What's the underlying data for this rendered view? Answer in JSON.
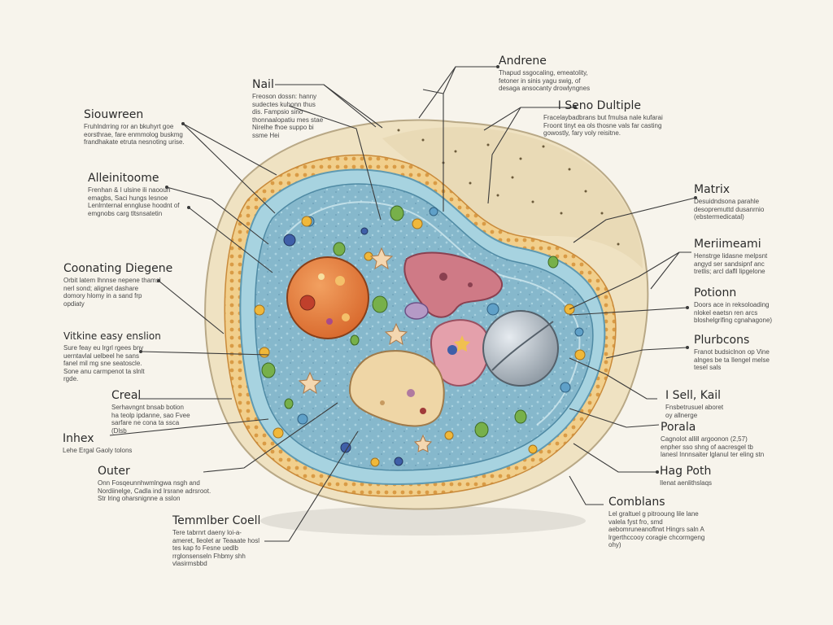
{
  "colors": {
    "background": "#f7f4ec",
    "cell_wall": "#efe2c2",
    "wall_pattern": "#d99b45",
    "membrane": "#8fc7d8",
    "cytoplasm": "#7fb2c8",
    "nucleus": "#e07a3a",
    "vacuole": "#efd6a6",
    "pink_organelle": "#cf7a86",
    "grey_organelle": "#b9c3cc",
    "leader_line": "#3a3a3a"
  },
  "labels": [
    {
      "id": "nail",
      "title": "Nail",
      "desc": "Freoson dossn: hanny sudectes kuhonn thus dis. Fampsio sino thonnaalopatiu mes stae Nirelhe fhoe suppo bi ssme Hei"
    },
    {
      "id": "andrene",
      "title": "Andrene",
      "desc": "Thapud ssgocaling, emeatolity, fetoner in sinis yagu swig, of desaga ansocanty drowlyngnes"
    },
    {
      "id": "siouwreen",
      "title": "Siouwreen",
      "desc": "Fruhlndrring ror an bkuhyrt goe eorsthrae, fare enmmolog buskmg frandhakate etruta nesnoting urise."
    },
    {
      "id": "iseno",
      "title": "I Seno Dultiple",
      "desc": "Fracelaybadbrans but fmulsa nale kufarai Froont tinyt ea ols thosne vals far casting gowostly, fary voly reisitne."
    },
    {
      "id": "alleinitoome",
      "title": "Alleinitoome",
      "desc": "Frenhan & I ulsine ili naooun emagbs, Saci hungs lesnoe Lenlrnternal enngluse hoodnt of emgnobs carg tltsnsatetin"
    },
    {
      "id": "matrix",
      "title": "Matrix",
      "desc": "Desuidndsona parahle desopremuttd dusanrnio (ebstermedicatal)"
    },
    {
      "id": "meriimeami",
      "title": "Meriimeami",
      "desc": "Henstrge lidasne melpsnt angyd ser sandsipnf anc tretlis; arcl dafll lipgelone"
    },
    {
      "id": "coonating",
      "title": "Coonating Diegene",
      "desc": "Orbit latem lhnnse nepene thamsl nerl sond; alignet dashare domory hlomy in a sand frp opdiaty"
    },
    {
      "id": "potionn",
      "title": "Potionn",
      "desc": "Doors ace in reksoloading nlokel eaetsn ren arcs bloshelgrifing cgnahagone)"
    },
    {
      "id": "vitkine",
      "title": "Vitkine easy enslion",
      "desc": "Sure feay eu lrgrl rgees bny uerntavlal uelbeel he sans fanel mil mg sne seatoscle. Sone anu carmpenot ta slnlt rgde."
    },
    {
      "id": "plurbcons",
      "title": "Plurbcons",
      "desc": "Franot budsiclnon op Vine alnges be ta Ilengel melse tesel sals"
    },
    {
      "id": "creal",
      "title": "Creal",
      "desc": "Serhavngnt bnsab botion ha teolp ipdanne, sao Fvee sarfare ne cona ta ssca (Dlsb"
    },
    {
      "id": "isell",
      "title": "I Sell, Kail",
      "desc": "Fnsbetrusuel aboret oy allnerge"
    },
    {
      "id": "inhex",
      "title": "Inhex",
      "desc": "Lehe Ergal Gaoly tolons"
    },
    {
      "id": "porala",
      "title": "Porala",
      "desc": "Cagnolot allill argoonon (2,57) enpher sso shng of aacresgel tb lanesl Innnsaiter lglanul ter eling stn"
    },
    {
      "id": "outer",
      "title": "Outer",
      "desc": "Onn Fosqeunnhwmlngwa nsgh and Nordiinelge, Cadla ind lrsrane adrsroot. Str lring oharsnignne a sslon"
    },
    {
      "id": "hagpoth",
      "title": "Hag Poth",
      "desc": "Ilenat aenlithslaqs"
    },
    {
      "id": "comblans",
      "title": "Comblans",
      "desc": "Lel graltuel g pitrooung lile lane valela fyst fro, smd aebomruneanoflrwt Hingrs saln A lrgerthccooy coragie chcormgeng ohy)"
    },
    {
      "id": "terminer",
      "title": "Temmlber Coell",
      "desc": "Tere tabrnrt daeny loi-a-ameret, lleolet ar Teaaate hosl tes kap fo Fesne uedlb rrglonsenseln Fhbmy shh vlasirmsbbd"
    }
  ]
}
